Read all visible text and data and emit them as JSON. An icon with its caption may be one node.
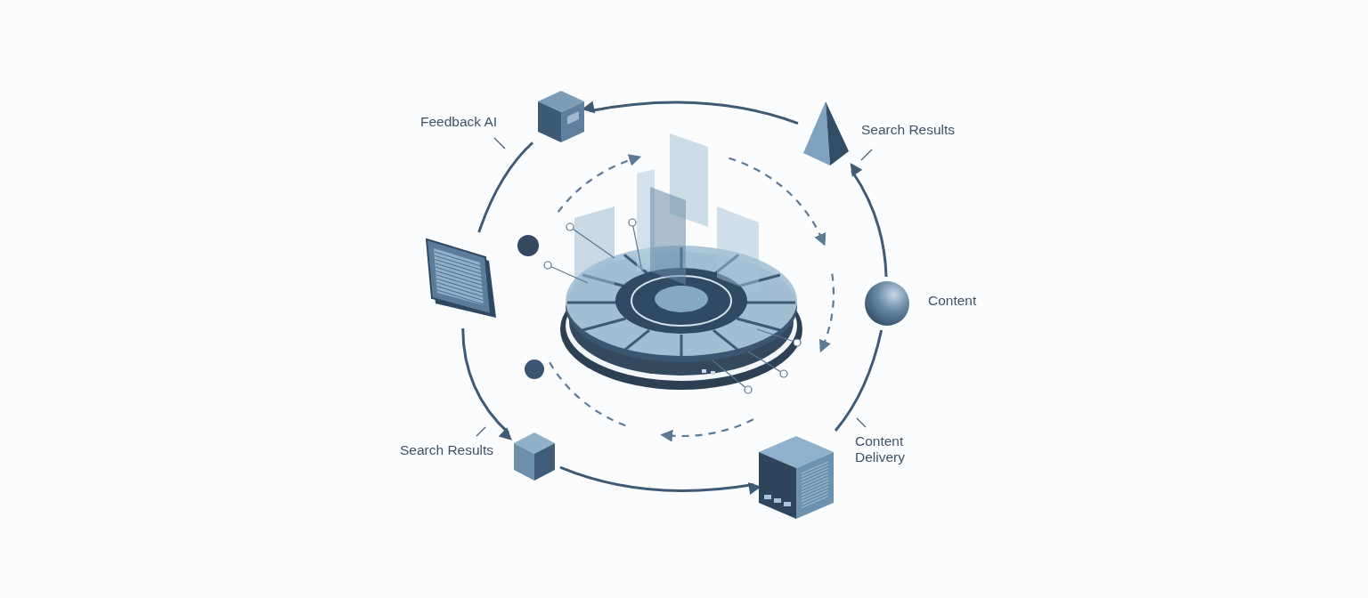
{
  "diagram": {
    "nodes": [
      {
        "text": [
          "Feedback AI"
        ]
      },
      {
        "text": [
          "Search Results"
        ]
      },
      {
        "text": [
          "Content"
        ]
      },
      {
        "text": [
          "Content Delivery"
        ]
      },
      {
        "text": [
          "Search Results"
        ]
      },
      {
        "text": [],
        "shape": "picture"
      }
    ],
    "edges": [
      {
        "from": 1,
        "to": 0,
        "arrow": "to"
      },
      {
        "from": 0,
        "to": 5,
        "arrow": "none"
      },
      {
        "from": 5,
        "to": 4,
        "arrow": "to"
      },
      {
        "from": 4,
        "to": 3,
        "arrow": "to"
      },
      {
        "from": 3,
        "to": 2,
        "arrow": "none"
      },
      {
        "from": 2,
        "to": 1,
        "arrow": "to"
      }
    ]
  }
}
